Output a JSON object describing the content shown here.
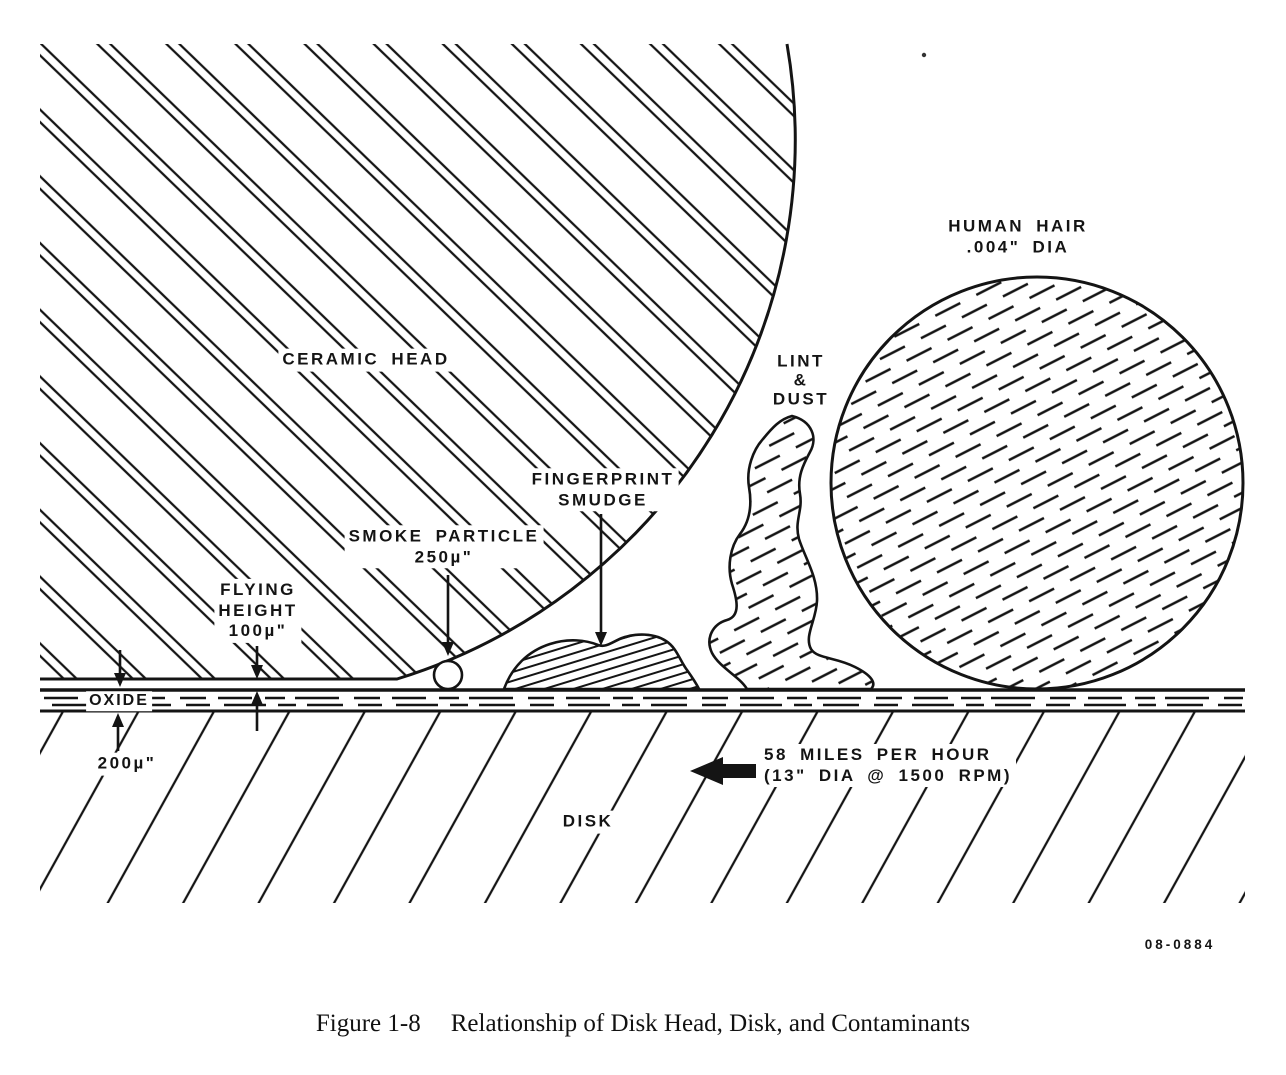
{
  "figure": {
    "caption_prefix": "Figure 1-8",
    "caption_text": "Relationship of Disk Head, Disk, and Contaminants",
    "drawing_number": "08-0884"
  },
  "diagram": {
    "ceramic_head": "CERAMIC HEAD",
    "human_hair": {
      "line1": "HUMAN HAIR",
      "line2": ".004\" DIA"
    },
    "lint_dust": {
      "line1": "LINT",
      "line2": "&",
      "line3": "DUST"
    },
    "fingerprint_smudge": {
      "line1": "FINGERPRINT",
      "line2": "SMUDGE"
    },
    "smoke_particle": {
      "line1": "SMOKE PARTICLE",
      "line2": "250µ\""
    },
    "flying_height": {
      "line1": "FLYING",
      "line2": "HEIGHT",
      "line3": "100µ\""
    },
    "oxide": "OXIDE",
    "oxide_thickness": "200µ\"",
    "velocity": {
      "line1": "58 MILES PER HOUR",
      "line2": "(13\" DIA @ 1500 RPM)"
    },
    "disk": "DISK"
  },
  "colors": {
    "ink": "#141414",
    "paper": "#ffffff"
  }
}
